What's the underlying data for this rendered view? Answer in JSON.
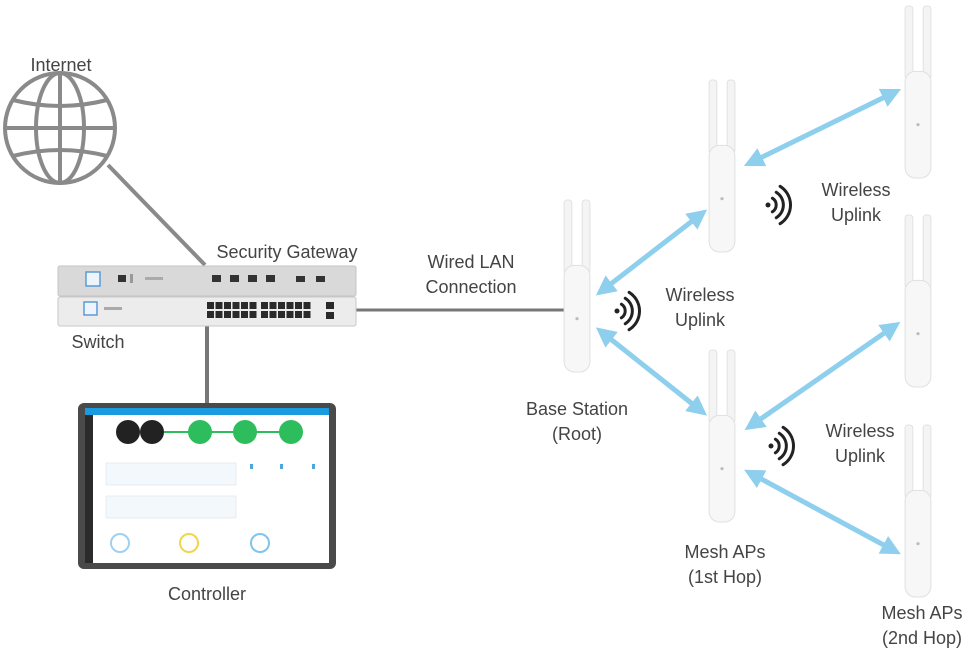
{
  "labels": {
    "internet": "Internet",
    "security_gateway": "Security Gateway",
    "switch": "Switch",
    "controller": "Controller",
    "wired_lan": [
      "Wired LAN",
      "Connection"
    ],
    "base_station": [
      "Base Station",
      "(Root)"
    ],
    "mesh_1st": [
      "Mesh APs",
      "(1st Hop)"
    ],
    "mesh_2nd": [
      "Mesh APs",
      "(2nd Hop)"
    ],
    "wireless_uplink": [
      "Wireless",
      "Uplink"
    ]
  },
  "colors": {
    "arrow": "#8fcfee",
    "wire": "#777777",
    "globe": "#8a8a8a",
    "controller_header": "#1a9be0",
    "status_green": "#2dbd5c",
    "text": "#444444"
  },
  "icons": [
    "globe-icon",
    "wifi-signal-icon",
    "access-point-icon",
    "rack-gateway",
    "rack-switch",
    "monitor"
  ]
}
